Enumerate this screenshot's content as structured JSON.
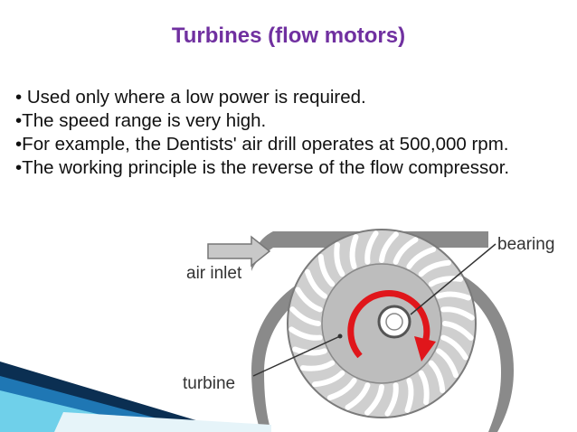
{
  "slide": {
    "title": "Turbines (flow motors)",
    "title_color": "#7030a0",
    "bullets": [
      "• Used only where a low power is required.",
      "•The speed range is very high.",
      "•For example, the Dentists' air drill operates at 500,000 rpm.",
      "•The working principle is the reverse of the flow compressor."
    ]
  },
  "figure": {
    "labels": {
      "air_inlet": "air inlet",
      "bearing": "bearing",
      "turbine": "turbine"
    },
    "colors": {
      "housing": "#8a8a8a",
      "rotor": "#bdbdbd",
      "rotation_arrow": "#e0161b",
      "inlet_arrow": "#c8c8c8"
    }
  },
  "decoration": {
    "colors": [
      "#0b2f52",
      "#1f77b4",
      "#6fd0ea"
    ]
  }
}
